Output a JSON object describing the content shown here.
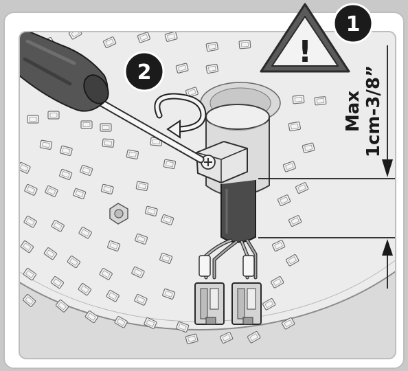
{
  "steps": {
    "first": "1",
    "second": "2"
  },
  "warning": {
    "glyph": "!",
    "icon": "warning-triangle-icon"
  },
  "dimension": {
    "line1": "Max",
    "line2": "1cm-3/8”"
  },
  "colors": {
    "frame": "#ffffff",
    "panel": "#dcdcdc",
    "disc": "#e9e9e9",
    "badge": "#1b1b1b",
    "cable": "#4a4a4a",
    "connector": "#d0d0d0"
  }
}
